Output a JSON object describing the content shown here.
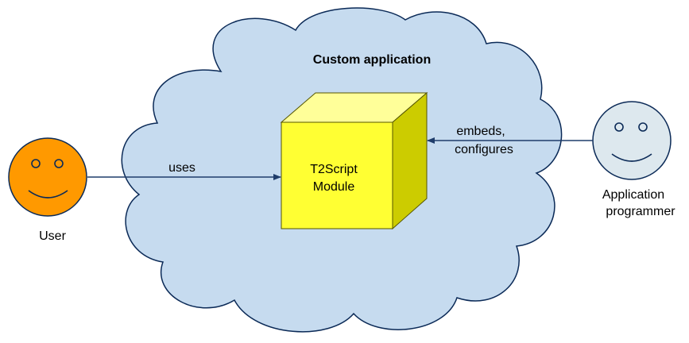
{
  "diagram": {
    "cloud_label": "Custom application",
    "module_label_line1": "T2Script",
    "module_label_line2": "Module",
    "user_label": "User",
    "uses_label": "uses",
    "embeds_label": "embeds,",
    "configures_label": "configures",
    "programmer_label_line1": "Application",
    "programmer_label_line2": "programmer"
  },
  "colors": {
    "cloud_fill": "#c6dbef",
    "cloud_stroke": "#0b2a57",
    "cube_front": "#ffff33",
    "cube_top": "#ffff99",
    "cube_side": "#cccc00",
    "user_face": "#ff9900",
    "programmer_face": "#dde8ee",
    "arrow": "#1f3d6b"
  }
}
